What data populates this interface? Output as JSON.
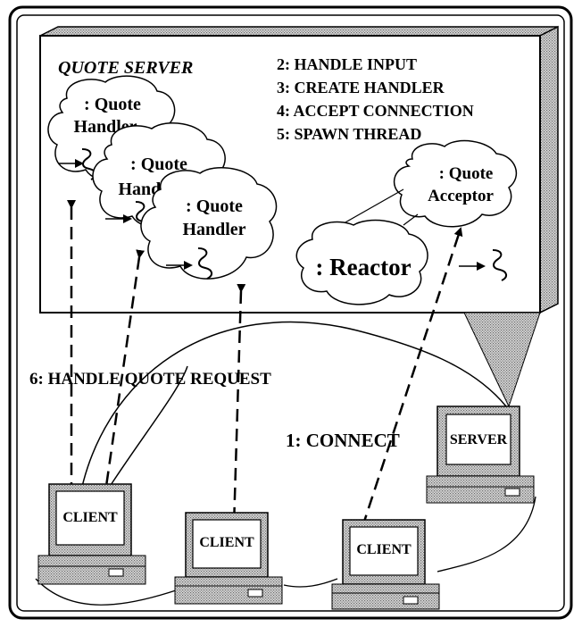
{
  "server_box": {
    "title": "QUOTE SERVER",
    "steps": [
      "2: HANDLE INPUT",
      "3: CREATE HANDLER",
      "4: ACCEPT CONNECTION",
      "5: SPAWN THREAD"
    ]
  },
  "handlers": [
    {
      "line1": ": Quote",
      "line2": "Handler"
    },
    {
      "line1": ": Quote",
      "line2": "Handler"
    },
    {
      "line1": ": Quote",
      "line2": "Handler"
    }
  ],
  "acceptor": {
    "line1": ": Quote",
    "line2": "Acceptor"
  },
  "reactor": {
    "label": ": Reactor"
  },
  "labels": {
    "handle_request": "6: HANDLE QUOTE REQUEST",
    "connect": "1: CONNECT"
  },
  "computers": {
    "server": "SERVER",
    "client1": "CLIENT",
    "client2": "CLIENT",
    "client3": "CLIENT"
  },
  "colors": {
    "shadow": "#9a9a9a",
    "stipple": "#b5b5b5",
    "line": "#000000"
  },
  "icons": [
    "thread-squiggle-icon",
    "arrow-icon",
    "computer-icon"
  ]
}
